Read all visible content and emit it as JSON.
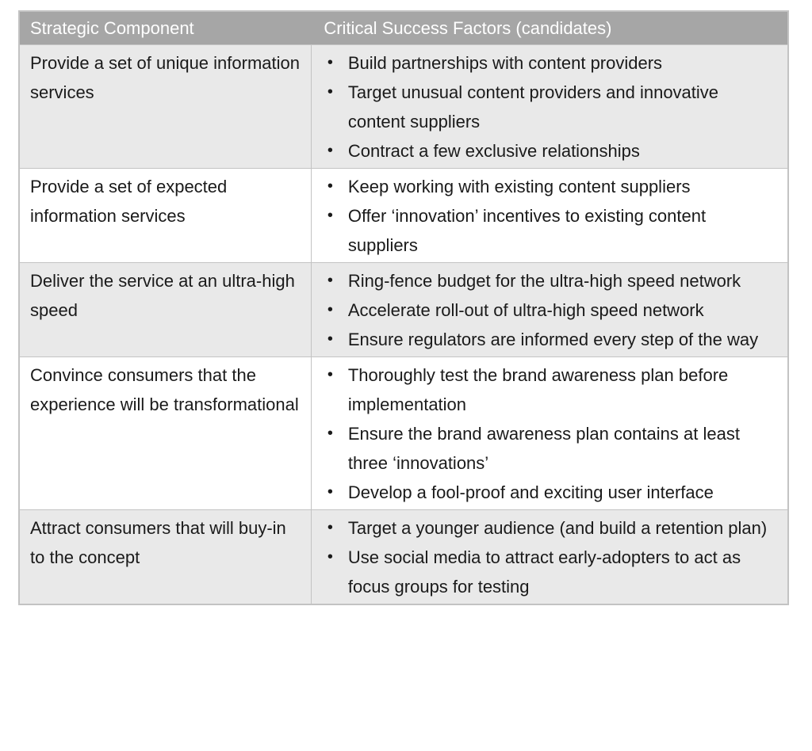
{
  "glyphs": {
    "bullet": "•"
  },
  "colors": {
    "header_bg": "#a6a6a6",
    "header_text": "#ffffff",
    "row_shaded_bg": "#e9e9e9",
    "row_plain_bg": "#ffffff",
    "border": "#c3c3c3",
    "text": "#1a1a1a"
  },
  "table": {
    "columns": [
      "Strategic Component",
      "Critical Success Factors (candidates)"
    ],
    "rows": [
      {
        "component": "Provide a set of unique information services",
        "factors": [
          "Build partnerships with content providers",
          "Target unusual content providers and innovative content suppliers",
          "Contract a few exclusive relationships"
        ]
      },
      {
        "component": "Provide a set of expected information services",
        "factors": [
          "Keep working with existing content suppliers",
          "Offer ‘innovation’ incentives to existing content suppliers"
        ]
      },
      {
        "component": "Deliver the service at an ultra-high speed",
        "factors": [
          "Ring-fence budget for the ultra-high speed network",
          "Accelerate roll-out of ultra-high speed network",
          "Ensure regulators are informed every step of the way"
        ]
      },
      {
        "component": "Convince consumers that the experience will be transformational",
        "factors": [
          "Thoroughly test the brand awareness plan before implementation",
          "Ensure the brand awareness plan contains at least three ‘innovations’",
          "Develop a fool-proof and exciting user interface"
        ]
      },
      {
        "component": "Attract consumers that will buy-in to the concept",
        "factors": [
          "Target a younger audience (and build a retention plan)",
          "Use social media to attract early-adopters to act as focus groups for testing"
        ]
      }
    ]
  }
}
